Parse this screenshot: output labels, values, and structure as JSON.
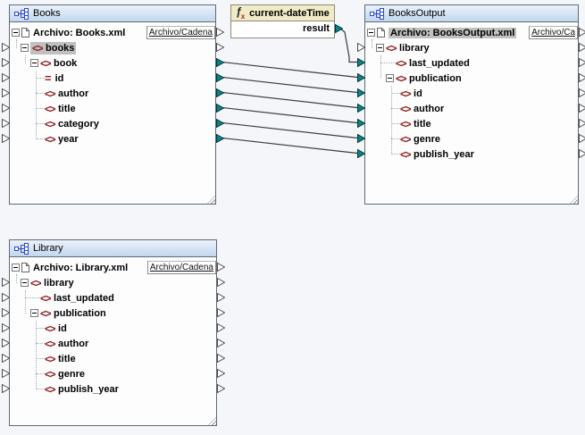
{
  "app": {
    "view": "mapping-canvas"
  },
  "icons": {
    "element": "<>",
    "attribute": "=",
    "fx_f": "ƒ",
    "fx_x": "x",
    "structure_icon": "xml-component-icon",
    "file_icon": "document-icon",
    "collapse_glyph": "minus"
  },
  "colors": {
    "canvas_bg": "#f4f6f9",
    "component_border": "#5f6b76",
    "titlebar_gradient_top": "#eaf2fb",
    "titlebar_gradient_bottom": "#c3d7ee",
    "function_header": "#f0ebc6",
    "connected_port": "#0d8282",
    "node_icon_maroon": "#8e1a1a",
    "selection_gray": "#c0c0c0",
    "wire": "#3c3c3c"
  },
  "function_box": {
    "title": "current-dateTime",
    "output_label": "result"
  },
  "components": {
    "books": {
      "title": "Books",
      "root_label": "Archivo: Books.xml",
      "mode_button": "Archivo/Cadena",
      "nodes": [
        {
          "label": "books"
        },
        {
          "label": "book"
        },
        {
          "label": "id"
        },
        {
          "label": "author"
        },
        {
          "label": "title"
        },
        {
          "label": "category"
        },
        {
          "label": "year"
        }
      ]
    },
    "books_output": {
      "title": "BooksOutput",
      "root_label": "Archivo: BooksOutput.xml",
      "mode_button": "Archivo/Ca",
      "nodes": [
        {
          "label": "library"
        },
        {
          "label": "last_updated"
        },
        {
          "label": "publication"
        },
        {
          "label": "id"
        },
        {
          "label": "author"
        },
        {
          "label": "title"
        },
        {
          "label": "genre"
        },
        {
          "label": "publish_year"
        }
      ]
    },
    "library": {
      "title": "Library",
      "root_label": "Archivo: Library.xml",
      "mode_button": "Archivo/Cadena",
      "nodes": [
        {
          "label": "library"
        },
        {
          "label": "last_updated"
        },
        {
          "label": "publication"
        },
        {
          "label": "id"
        },
        {
          "label": "author"
        },
        {
          "label": "title"
        },
        {
          "label": "genre"
        },
        {
          "label": "publish_year"
        }
      ]
    }
  },
  "connections": [
    {
      "from": "current-dateTime.result",
      "to": "BooksOutput.library.last_updated"
    },
    {
      "from": "Books.books.book",
      "to": "BooksOutput.library.publication"
    },
    {
      "from": "Books.books.book.id",
      "to": "BooksOutput.library.publication.id"
    },
    {
      "from": "Books.books.book.author",
      "to": "BooksOutput.library.publication.author"
    },
    {
      "from": "Books.books.book.title",
      "to": "BooksOutput.library.publication.title"
    },
    {
      "from": "Books.books.book.category",
      "to": "BooksOutput.library.publication.genre"
    },
    {
      "from": "Books.books.book.year",
      "to": "BooksOutput.library.publication.publish_year"
    }
  ]
}
